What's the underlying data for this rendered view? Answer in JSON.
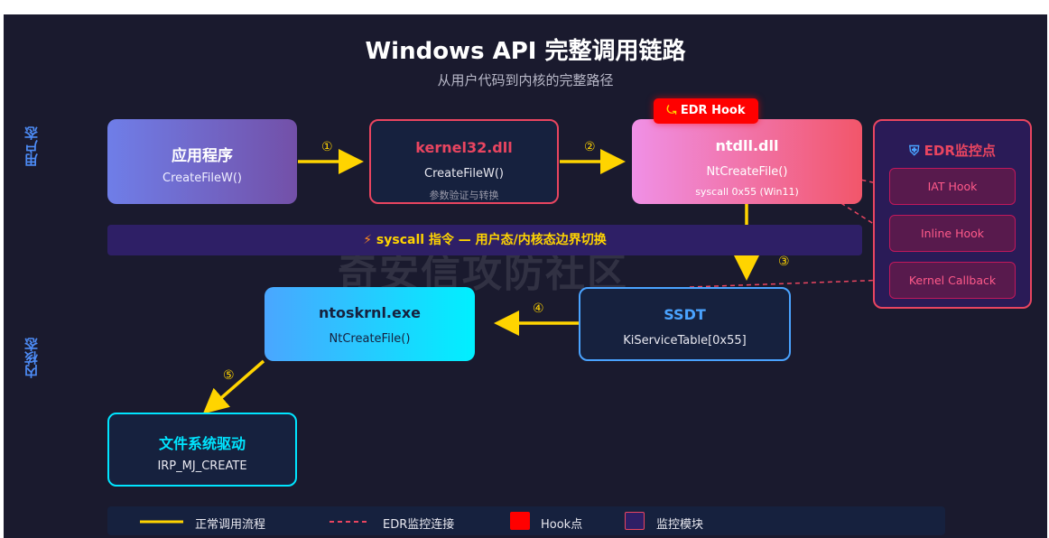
{
  "title": "Windows API 完整调用链路",
  "subtitle": "从用户代码到内核的完整路径",
  "zones": {
    "user": "用户态",
    "kernel": "内核态"
  },
  "nodes": {
    "app": {
      "title": "应用程序",
      "sub": "CreateFileW()"
    },
    "kernel32": {
      "title": "kernel32.dll",
      "sub": "CreateFileW()",
      "note": "参数验证与转换"
    },
    "ntdll": {
      "title": "ntdll.dll",
      "sub": "NtCreateFile()",
      "note": "syscall 0x55 (Win11)"
    },
    "ssdt": {
      "title": "SSDT",
      "sub": "KiServiceTable[0x55]"
    },
    "ntoskrnl": {
      "title": "ntoskrnl.exe",
      "sub": "NtCreateFile()"
    },
    "fsdriver": {
      "title": "文件系统驱动",
      "sub": "IRP_MJ_CREATE"
    }
  },
  "hook_badge": {
    "icon": "hook-icon",
    "label": "EDR Hook"
  },
  "syscall_bar": {
    "icon": "lightning-icon",
    "label": "syscall 指令 — 用户态/内核态边界切换"
  },
  "edr_panel": {
    "icon": "shield-icon",
    "title": "EDR监控点",
    "items": [
      "IAT Hook",
      "Inline Hook",
      "Kernel Callback"
    ]
  },
  "steps": [
    "①",
    "②",
    "③",
    "④",
    "⑤"
  ],
  "legend": {
    "normal_flow": "正常调用流程",
    "edr_link": "EDR监控连接",
    "hook_point": "Hook点",
    "monitor_module": "监控模块"
  },
  "watermark": "奇安信攻防社区",
  "colors": {
    "background": "#1a1a2e",
    "flow_arrow": "#ffd400",
    "edr_accent": "#e94560",
    "hook_red": "#ff0000",
    "monitor_purple": "#2e1f66",
    "zone_label": "#4d8bf5"
  }
}
